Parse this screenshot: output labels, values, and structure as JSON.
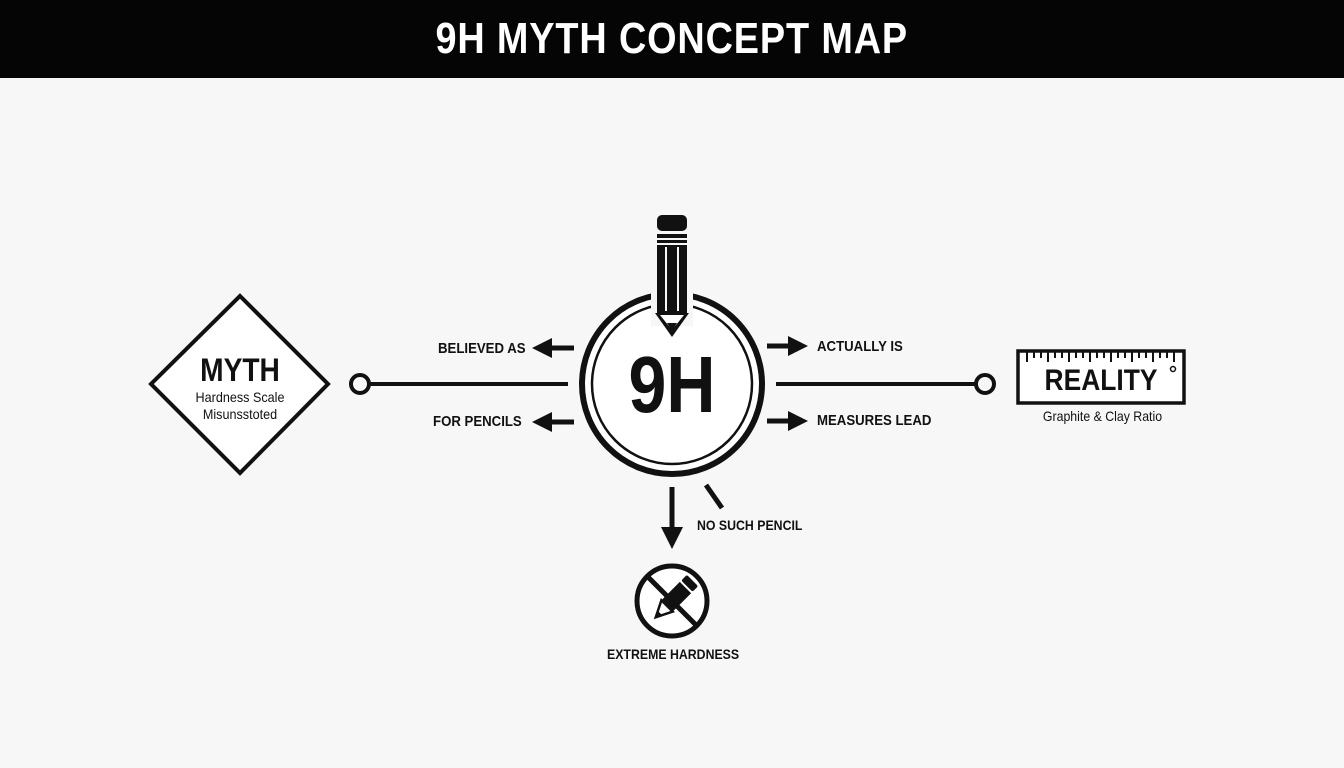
{
  "header": {
    "title": "9H MYTH CONCEPT MAP"
  },
  "colors": {
    "header_bg": "#050505",
    "header_text": "#ffffff",
    "background": "#f7f7f7",
    "ink": "#111111"
  },
  "nodes": {
    "center": {
      "label": "9H",
      "icon": "pencil-icon"
    },
    "myth": {
      "title": "MYTH",
      "line1": "Hardness Scale",
      "line2": "Misunsstoted",
      "shape": "diamond"
    },
    "reality": {
      "title": "REALITY",
      "subtitle": "Graphite & Clay Ratio",
      "icon": "ruler-icon"
    },
    "extreme": {
      "label": "EXTREME HARDNESS",
      "icon": "no-pencil-icon"
    }
  },
  "edges": {
    "believed_as": "BELIEVED AS",
    "for_pencils": "FOR PENCILS",
    "actually_is": "ACTUALLY IS",
    "measures_lead": "MEASURES LEAD",
    "no_such_pencil": "NO SUCH PENCIL"
  }
}
